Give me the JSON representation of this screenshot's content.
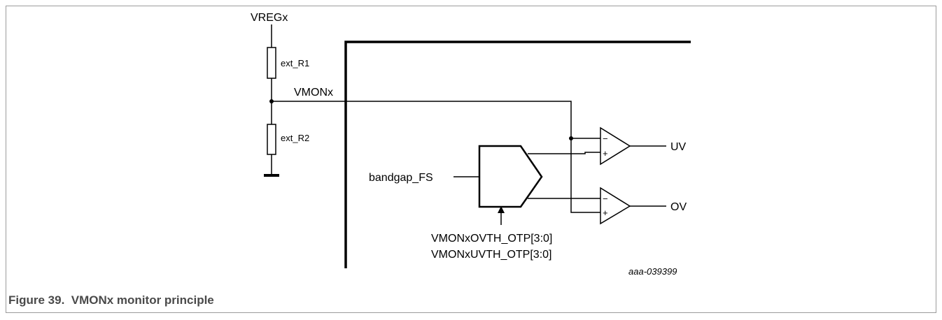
{
  "diagram": {
    "supply_label": "VREGx",
    "resistor_top_label": "ext_R1",
    "resistor_bottom_label": "ext_R2",
    "node_label": "VMONx",
    "reference_input_label": "bandgap_FS",
    "otp_ov_label": "VMONxOVTH_OTP[3:0]",
    "otp_uv_label": "VMONxUVTH_OTP[3:0]",
    "comparator_minus": "−",
    "comparator_plus": "+",
    "uv_output_label": "UV",
    "ov_output_label": "OV",
    "reference_code": "aaa-039399"
  },
  "caption": "Figure 39.  VMONx monitor principle"
}
